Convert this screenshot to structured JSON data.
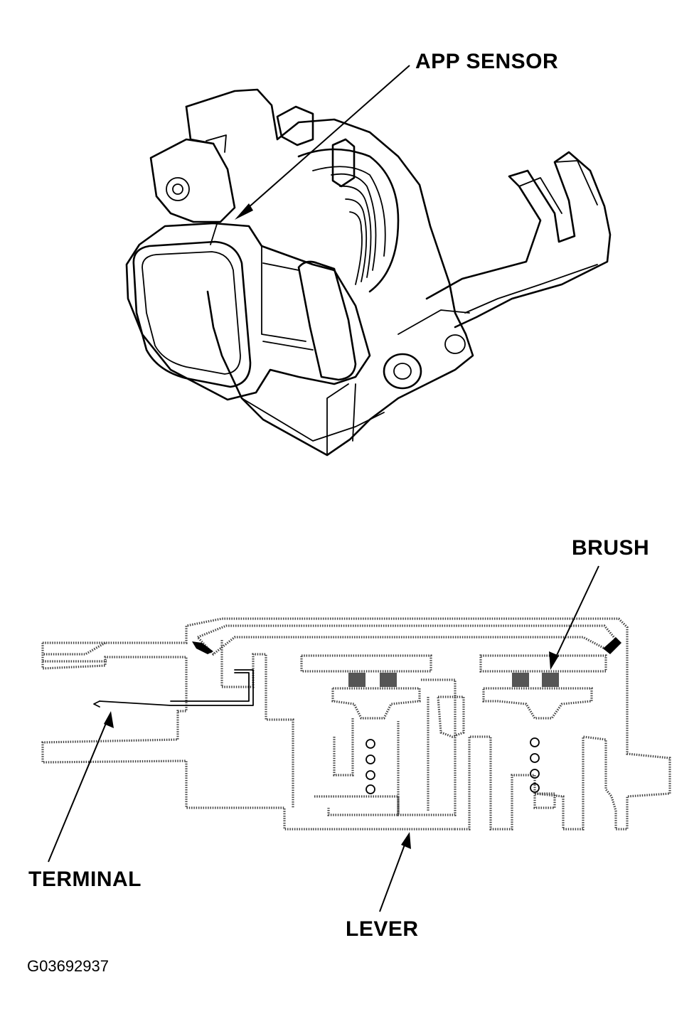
{
  "labels": {
    "app_sensor": "APP SENSOR",
    "brush": "BRUSH",
    "terminal": "TERMINAL",
    "lever": "LEVER"
  },
  "figure_code": "G03692937"
}
